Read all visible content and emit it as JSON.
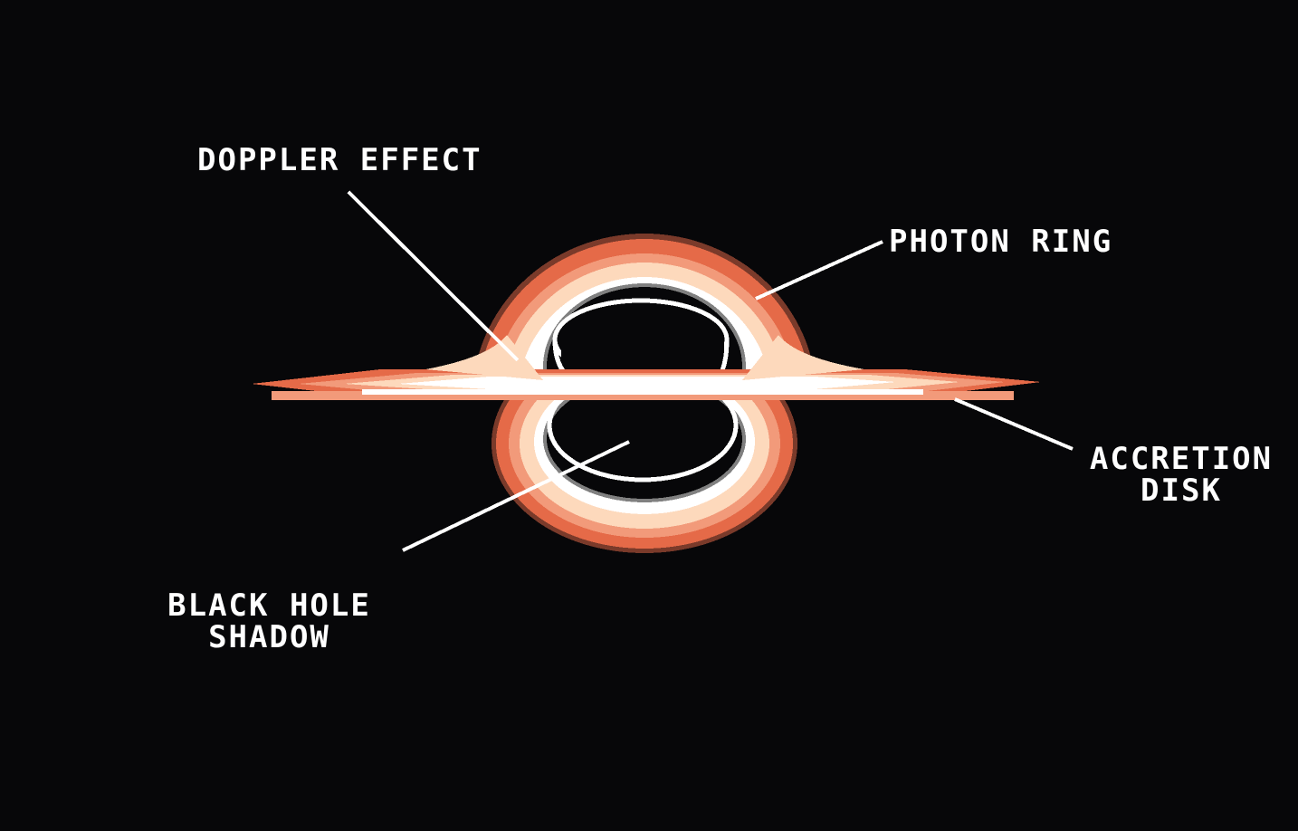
{
  "labels": {
    "doppler_effect": "DOPPLER EFFECT",
    "photon_ring": "PHOTON RING",
    "accretion_disk_line1": "ACCRETION",
    "accretion_disk_line2": "DISK",
    "black_hole_shadow_line1": "BLACK HOLE",
    "black_hole_shadow_line2": "SHADOW"
  },
  "colors": {
    "background": "#070709",
    "dark_rim": "#7a3a2a",
    "orange": "#e56a48",
    "salmon": "#f29a7a",
    "peach": "#fdd9bc",
    "white": "#ffffff",
    "gray": "#808080"
  }
}
